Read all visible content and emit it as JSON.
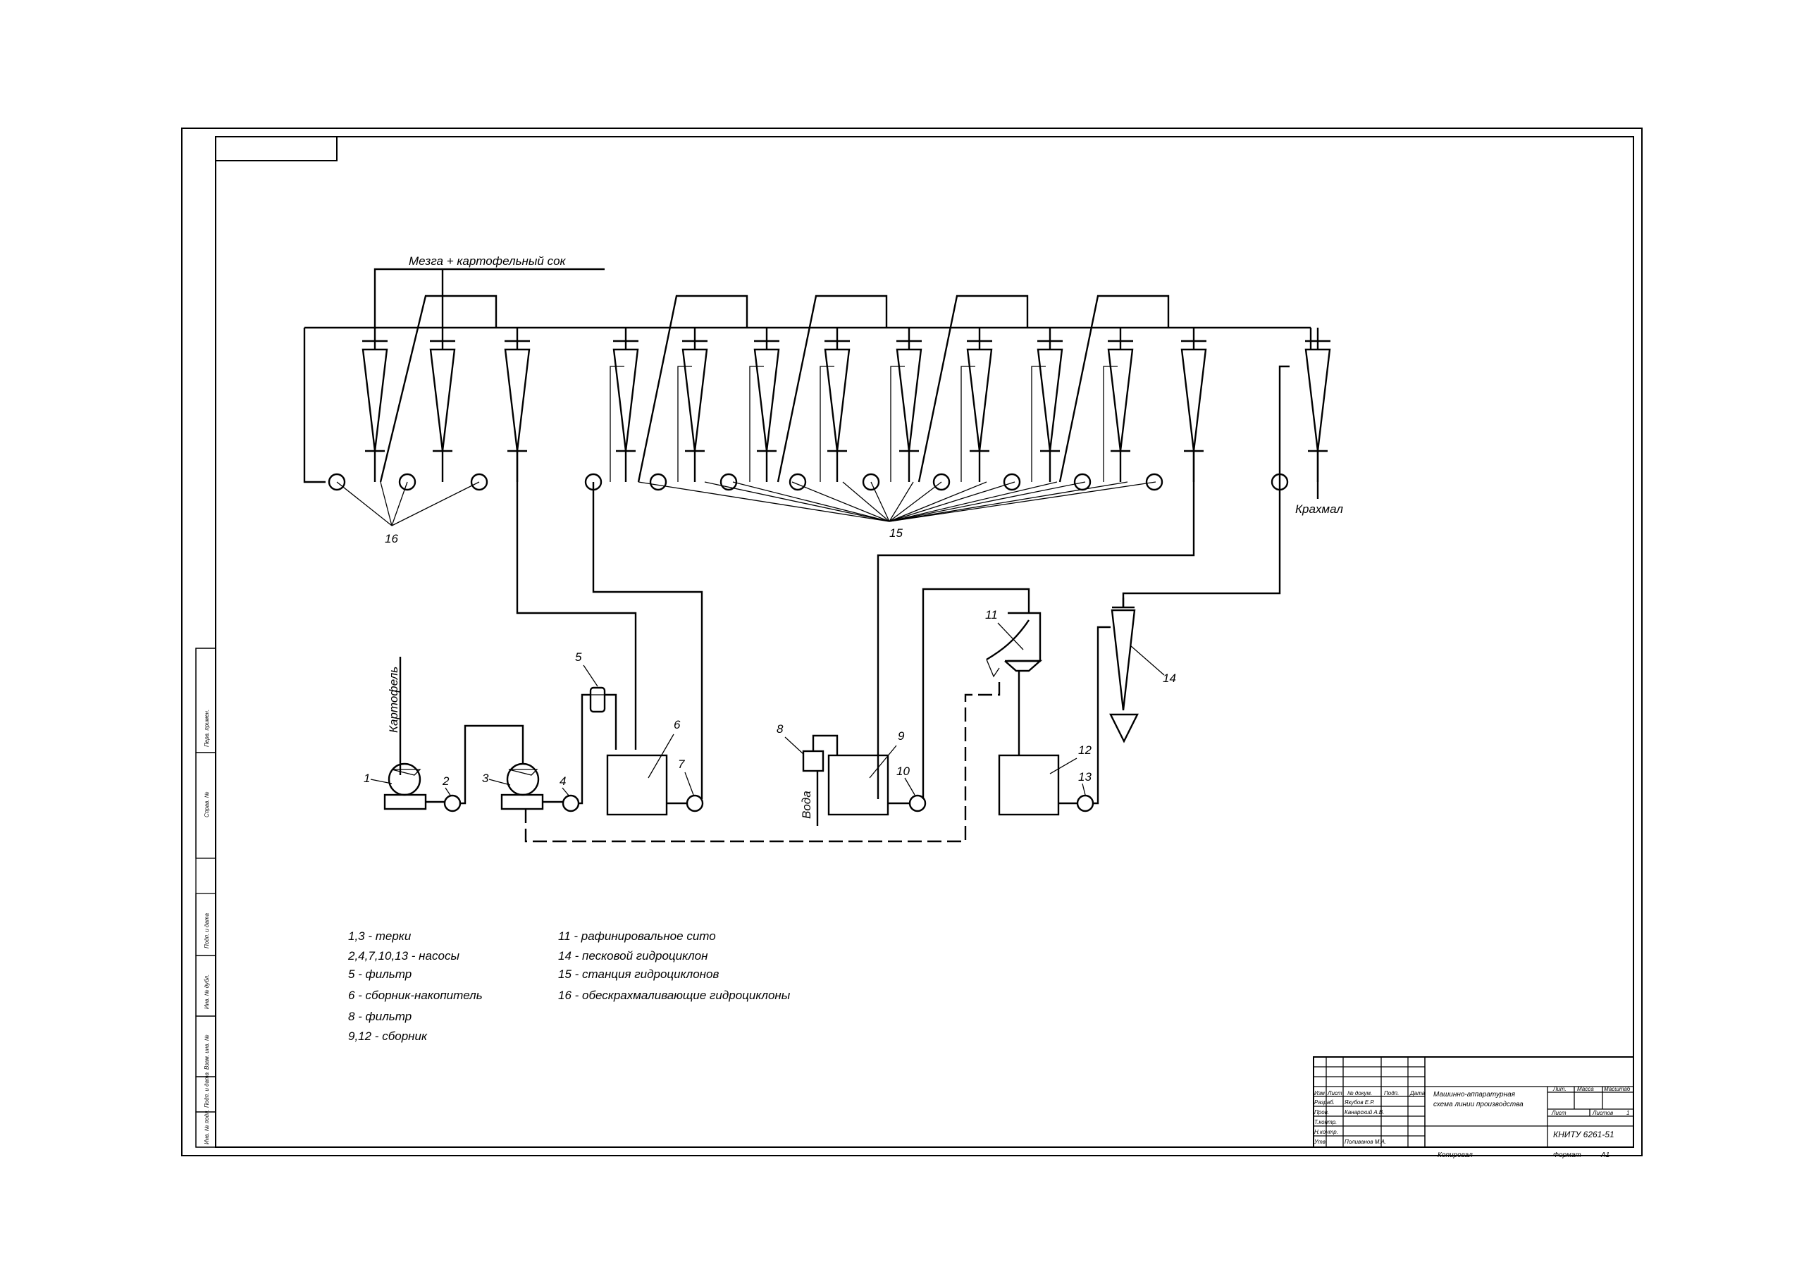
{
  "labels": {
    "top_feed": "Мезга + картофельный сок",
    "potato": "Картофель",
    "water": "Вода",
    "starch": "Крахмал"
  },
  "numbers": {
    "n1": "1",
    "n2": "2",
    "n3": "3",
    "n4": "4",
    "n5": "5",
    "n6": "6",
    "n7": "7",
    "n8": "8",
    "n9": "9",
    "n10": "10",
    "n11": "11",
    "n12": "12",
    "n13": "13",
    "n14": "14",
    "n15": "15",
    "n16": "16"
  },
  "legend": {
    "left": [
      "1,3 - терки",
      "2,4,7,10,13 - насосы",
      "5 - фильтр",
      "6 - сборник-накопитель",
      "8 - фильтр",
      "9,12 - сборник"
    ],
    "right": [
      "11 - рафинировальное сито",
      "14 - песковой гидроциклон",
      "15 - станция гидроциклонов",
      "16 - обескрахмаливающие гидроциклоны"
    ]
  },
  "side_stamps": [
    "Перв. примен.",
    "Справ. №",
    "Подп. и дата",
    "Инв. № дубл.",
    "Взам. инв. №",
    "Подп. и дата",
    "Инв. № подл."
  ],
  "title_block": {
    "col_izm": "Изм",
    "col_list": "Лист",
    "col_doc": "№ докум.",
    "col_podp": "Подп.",
    "col_data": "Дата",
    "row_razrab": "Разраб.",
    "row_prov": "Пров.",
    "row_tkontr": "Т.контр.",
    "row_nkontr": "Н.контр.",
    "row_utv": "Утв.",
    "name_razrab": "Якубов Е.Р.",
    "name_prov": "Канарский А.В.",
    "name_utv": "Поливанов М.А.",
    "doc_title_1": "Машинно-аппаратурная",
    "doc_title_2": "схема линии производства",
    "lit": "Лит.",
    "massa": "Масса",
    "masshtab": "Масштаб",
    "list_label": "Лист",
    "listov_label": "Листов",
    "listov_value": "1",
    "code": "КНИТУ 6261-51",
    "copied": "Копировал",
    "format_label": "Формат",
    "format_value": "А1"
  }
}
